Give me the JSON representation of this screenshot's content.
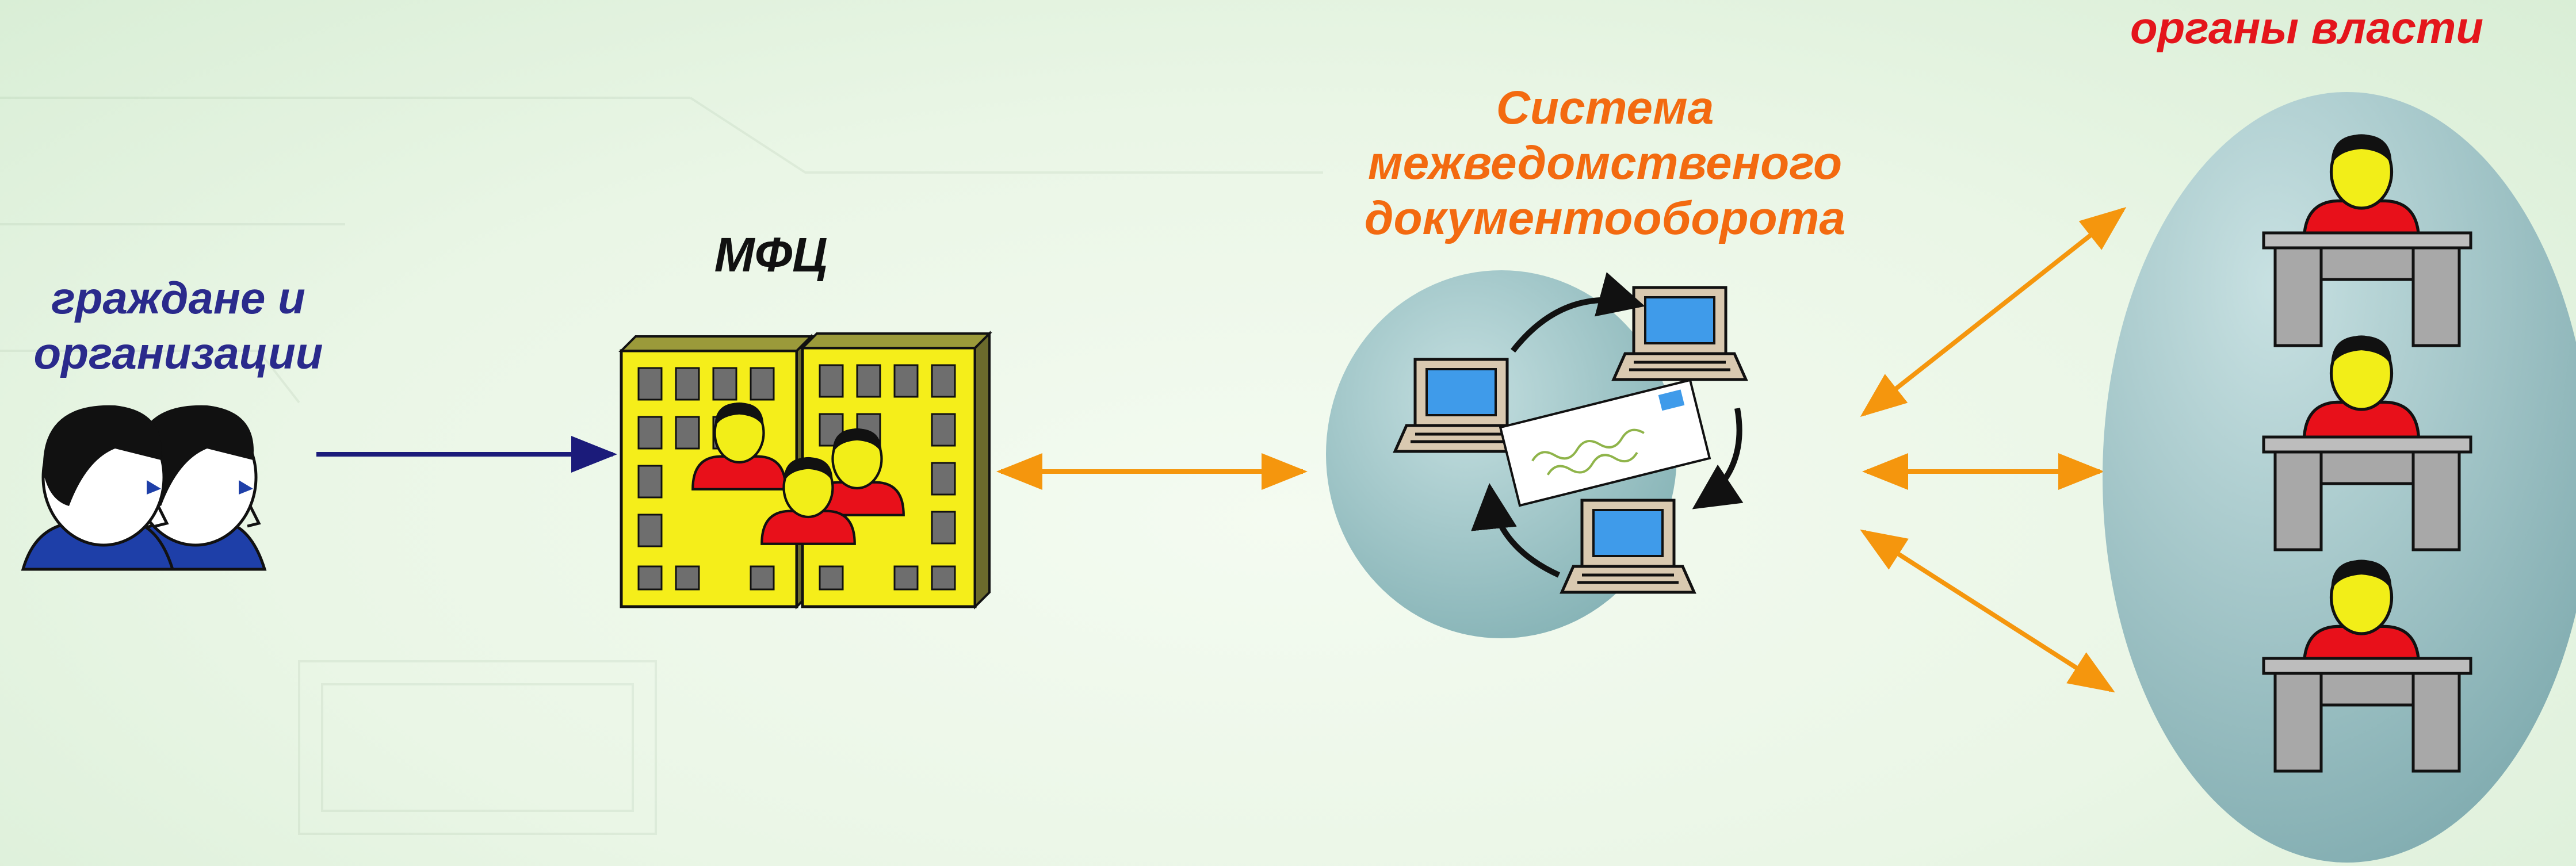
{
  "labels": {
    "citizens_line1": "граждане и",
    "citizens_line2": "организации",
    "mfc": "МФЦ",
    "smev_line1": "Система",
    "smev_line2": "межведомственого",
    "smev_line3": "документооборота",
    "authorities": "органы власти"
  },
  "colors": {
    "citizens_text": "#2a2a8c",
    "smev_text": "#f36a10",
    "authorities_text": "#e4151b",
    "arrow_blue": "#1b1b7a",
    "arrow_orange": "#f5960d",
    "building": "#f5ee1a",
    "person_shirt": "#e8101a",
    "person_face": "#f2ee18",
    "ellipse": "#9cc6c8"
  },
  "icons": [
    "citizens-icon",
    "mfc-building-icon",
    "document-exchange-icon",
    "official-at-desk-icon"
  ]
}
